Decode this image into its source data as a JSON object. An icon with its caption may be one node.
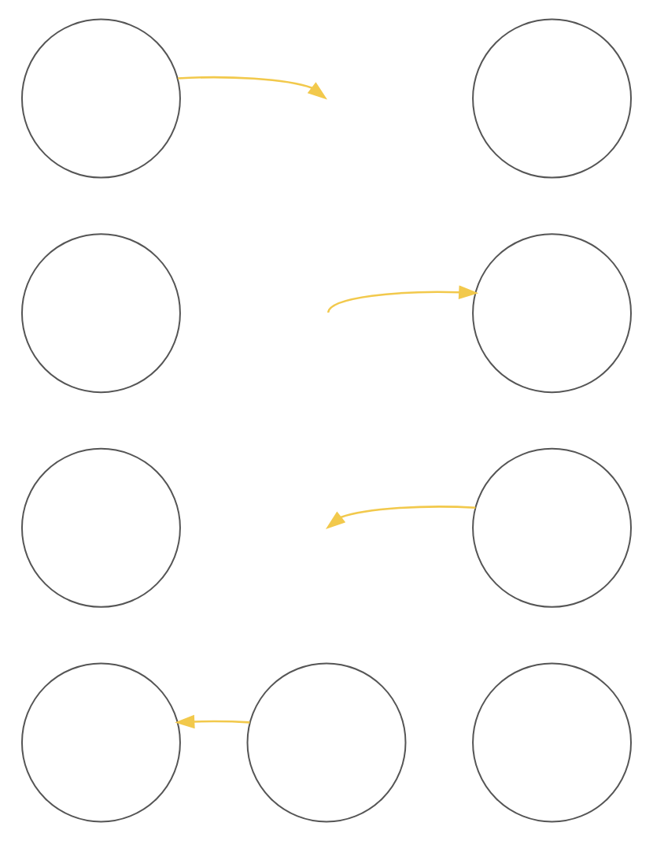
{
  "diagram": {
    "nodes": [
      {
        "text": [],
        "shape": "circle"
      },
      {
        "text": [],
        "shape": "circle"
      },
      {
        "text": [],
        "shape": "circle"
      },
      {
        "text": [],
        "shape": "circle"
      },
      {
        "text": [],
        "shape": "circle"
      },
      {
        "text": [],
        "shape": "circle"
      },
      {
        "text": [],
        "shape": "circle"
      },
      {
        "text": [],
        "shape": "circle"
      },
      {
        "text": [],
        "shape": "circle"
      }
    ],
    "edges": [
      {
        "from": 0,
        "to": null,
        "arrow": "to"
      },
      {
        "from": null,
        "to": 3,
        "arrow": "to"
      },
      {
        "from": 5,
        "to": null,
        "arrow": "to"
      },
      {
        "from": 7,
        "to": 6,
        "arrow": "to"
      }
    ]
  }
}
